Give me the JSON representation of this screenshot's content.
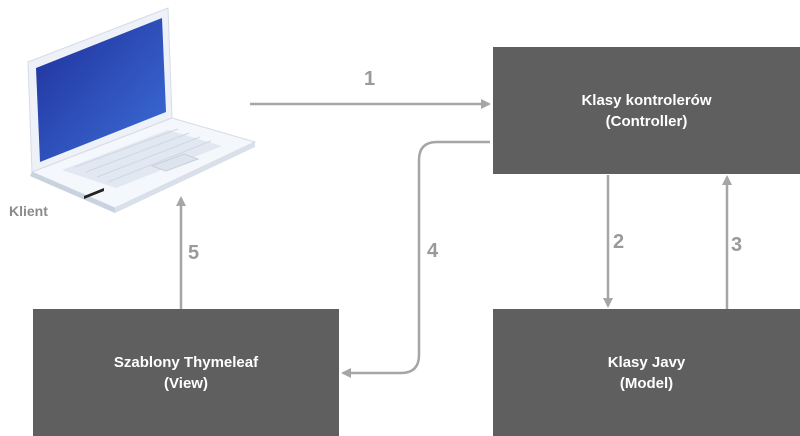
{
  "client": {
    "label": "Klient"
  },
  "boxes": {
    "controller": {
      "line1": "Klasy kontrolerów",
      "line2": "(Controller)"
    },
    "view": {
      "line1": "Szablony Thymeleaf",
      "line2": "(View)"
    },
    "model": {
      "line1": "Klasy Javy",
      "line2": "(Model)"
    }
  },
  "steps": {
    "s1": "1",
    "s2": "2",
    "s3": "3",
    "s4": "4",
    "s5": "5"
  },
  "colors": {
    "box": "#5f5f5f",
    "arrow": "#a6a6a6",
    "step_text": "#9a9a9a",
    "screen": "#2c4fbd"
  }
}
